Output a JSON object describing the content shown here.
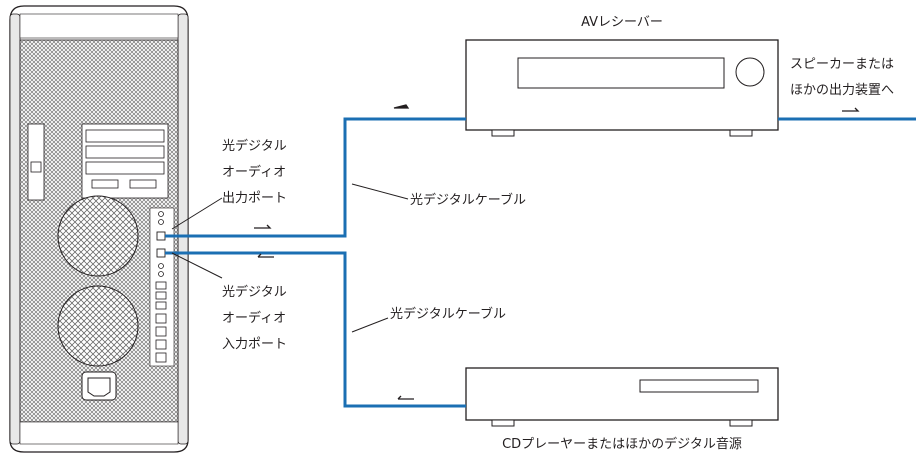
{
  "labels": {
    "receiver": "AVレシーバー",
    "speaker_line1": "スピーカーまたは",
    "speaker_line2": "ほかの出力装置へ",
    "out_port_line1": "光デジタル",
    "out_port_line2": "オーディオ",
    "out_port_line3": "出力ポート",
    "in_port_line1": "光デジタル",
    "in_port_line2": "オーディオ",
    "in_port_line3": "入力ポート",
    "cable_top": "光デジタルケーブル",
    "cable_bottom": "光デジタルケーブル",
    "cd_player": "CDプレーヤーまたはほかのデジタル音源"
  },
  "colors": {
    "cable": "#1b6fb3",
    "line": "#231f20",
    "mesh": "#8a8a8a"
  }
}
